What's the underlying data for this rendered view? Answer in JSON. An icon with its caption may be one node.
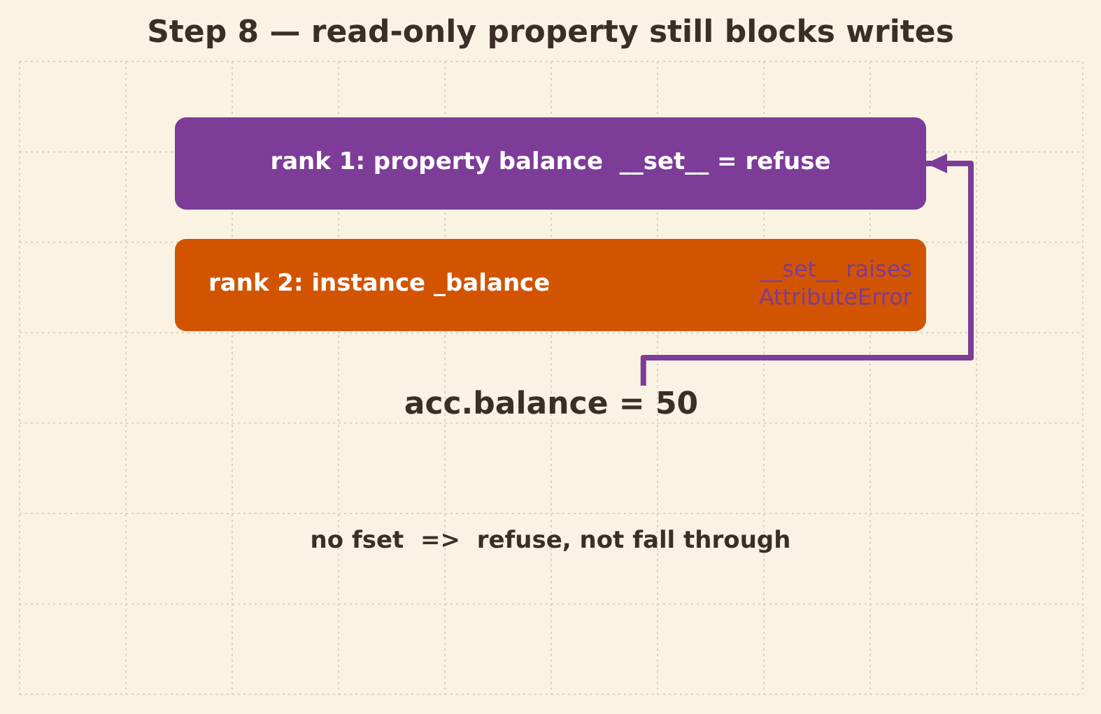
{
  "diagram": {
    "title": "Step 8 — read-only property still blocks writes",
    "nodes": [
      {
        "text": [
          "rank 1: property balance  __set__ = refuse"
        ]
      },
      {
        "text": [
          "rank 2: instance _balance"
        ]
      },
      {
        "text": [
          "acc.balance = 50"
        ]
      }
    ],
    "edges": [
      {
        "from": 2,
        "to": 0,
        "arrow": "to",
        "label": "__set__ raises AttributeError",
        "color": "#7d3c98"
      }
    ],
    "labels": [
      "no fset  =>  refuse, not fall through"
    ]
  }
}
